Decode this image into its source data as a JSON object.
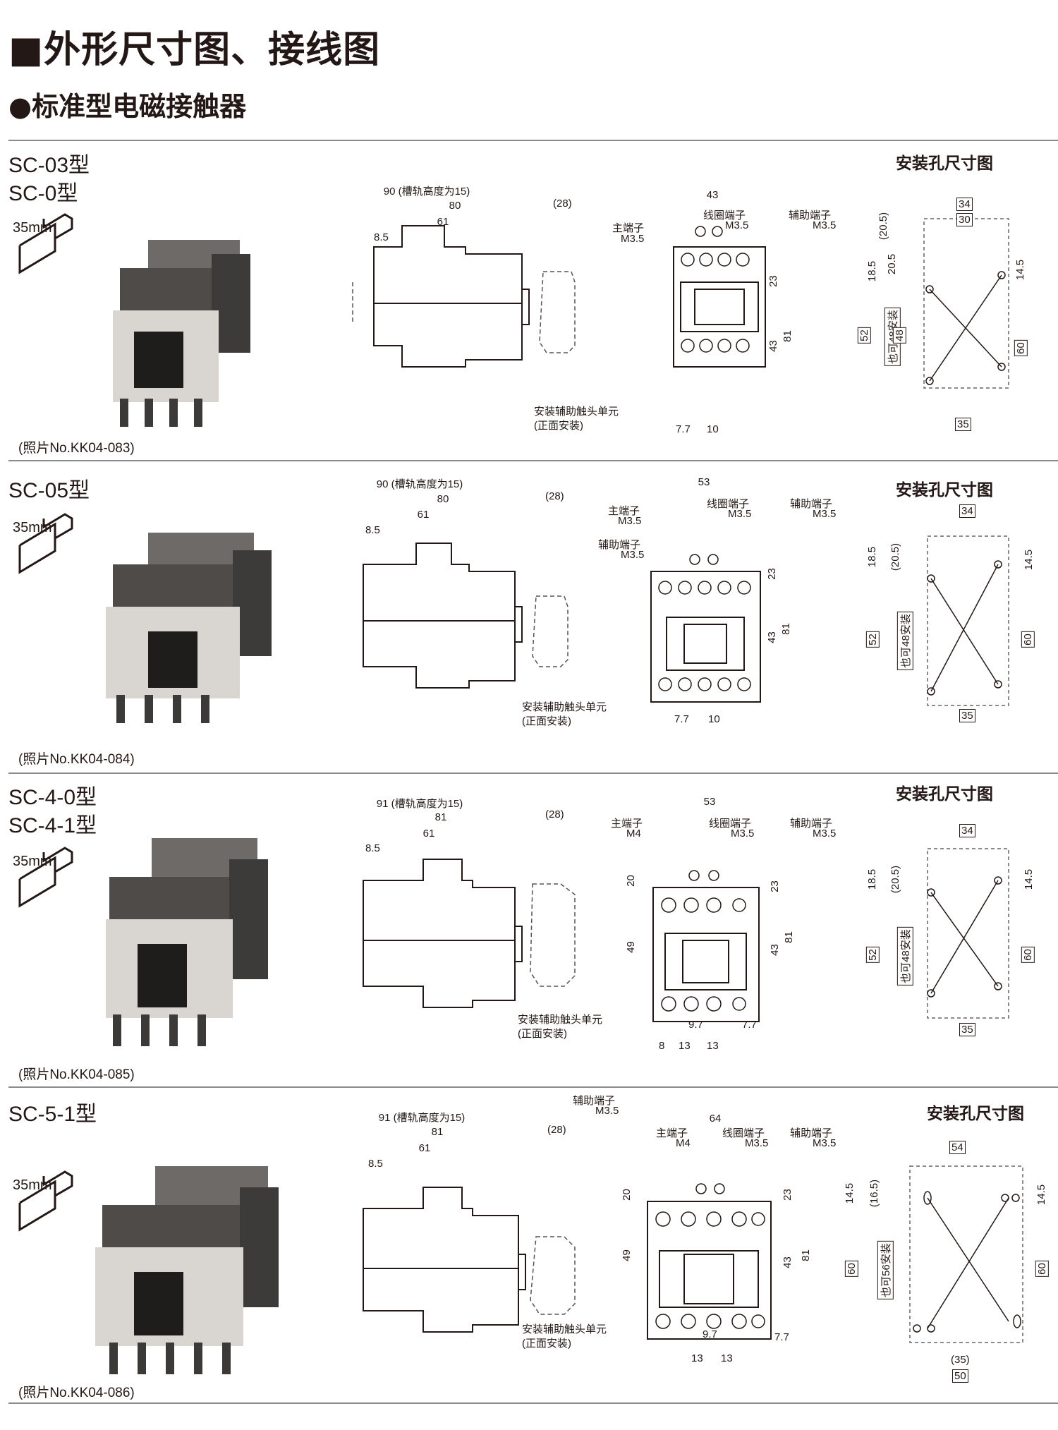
{
  "header": {
    "title": "■外形尺寸图、接线图",
    "subtitle": "●标准型电磁接触器"
  },
  "common": {
    "rail": "35mm",
    "mount_title": "安装孔尺寸图",
    "aux_unit": "安装辅助触头单元",
    "aux_unit2": "(正面安装)",
    "main_term": "主端子",
    "coil_term": "线圈端子",
    "aux_term": "辅助端子",
    "m35": "M3.5",
    "m4": "M4"
  },
  "sections": [
    {
      "models": [
        "SC-03型",
        "SC-0型"
      ],
      "photo": "(照片No.KK04-083)",
      "side": {
        "total": "90 (槽轨高度为15)",
        "d80": "80",
        "d61": "61",
        "d85": "8.5",
        "d28": "(28)"
      },
      "front": {
        "width": "43",
        "main_size": "M3.5",
        "d23": "23",
        "d43": "43",
        "d81": "81",
        "b1": "7.7",
        "b2": "10"
      },
      "mount": {
        "top1": "34",
        "top2": "30",
        "l1": "18.5",
        "l2": "20.5",
        "l3": "(20.5)",
        "h52": "52",
        "note": "也可48安装",
        "h48": "48",
        "r1": "14.5",
        "r60": "60",
        "bot": "35"
      }
    },
    {
      "models": [
        "SC-05型"
      ],
      "photo": "(照片No.KK04-084)",
      "side": {
        "total": "90 (槽轨高度为15)",
        "d80": "80",
        "d61": "61",
        "d85": "8.5",
        "d28": "(28)"
      },
      "front": {
        "width": "53",
        "main_size": "M3.5",
        "d23": "23",
        "d43": "43",
        "d81": "81",
        "b1": "7.7",
        "b2": "10"
      },
      "mount": {
        "top1": "34",
        "l1": "18.5",
        "l3": "(20.5)",
        "h52": "52",
        "note": "也可48安装",
        "r1": "14.5",
        "r60": "60",
        "bot": "35"
      }
    },
    {
      "models": [
        "SC-4-0型",
        "SC-4-1型"
      ],
      "photo": "(照片No.KK04-085)",
      "side": {
        "total": "91 (槽轨高度为15)",
        "d81": "81",
        "d61": "61",
        "d85": "8.5",
        "d28": "(28)"
      },
      "front": {
        "width": "53",
        "main_size": "M4",
        "d20": "20",
        "d23": "23",
        "d49": "49",
        "d43": "43",
        "d81": "81",
        "b97": "9.7",
        "b77": "7.7",
        "b8": "8",
        "b13a": "13",
        "b13b": "13"
      },
      "mount": {
        "top1": "34",
        "l1": "18.5",
        "l3": "(20.5)",
        "h52": "52",
        "note": "也可48安装",
        "r1": "14.5",
        "r60": "60",
        "bot": "35"
      }
    },
    {
      "models": [
        "SC-5-1型"
      ],
      "photo": "(照片No.KK04-086)",
      "side": {
        "total": "91 (槽轨高度为15)",
        "d81": "81",
        "d61": "61",
        "d85": "8.5",
        "d28": "(28)"
      },
      "front": {
        "width": "64",
        "main_size": "M4",
        "d20": "20",
        "d23": "23",
        "d49": "49",
        "d43": "43",
        "d81": "81",
        "b97": "9.7",
        "b77": "7.7",
        "b13a": "13",
        "b13b": "13"
      },
      "mount": {
        "top1": "54",
        "l1": "14.5",
        "l3": "(16.5)",
        "h60": "60",
        "note": "也可56安装",
        "r1": "14.5",
        "r60": "60",
        "bot1": "(35)",
        "bot2": "50"
      }
    }
  ]
}
